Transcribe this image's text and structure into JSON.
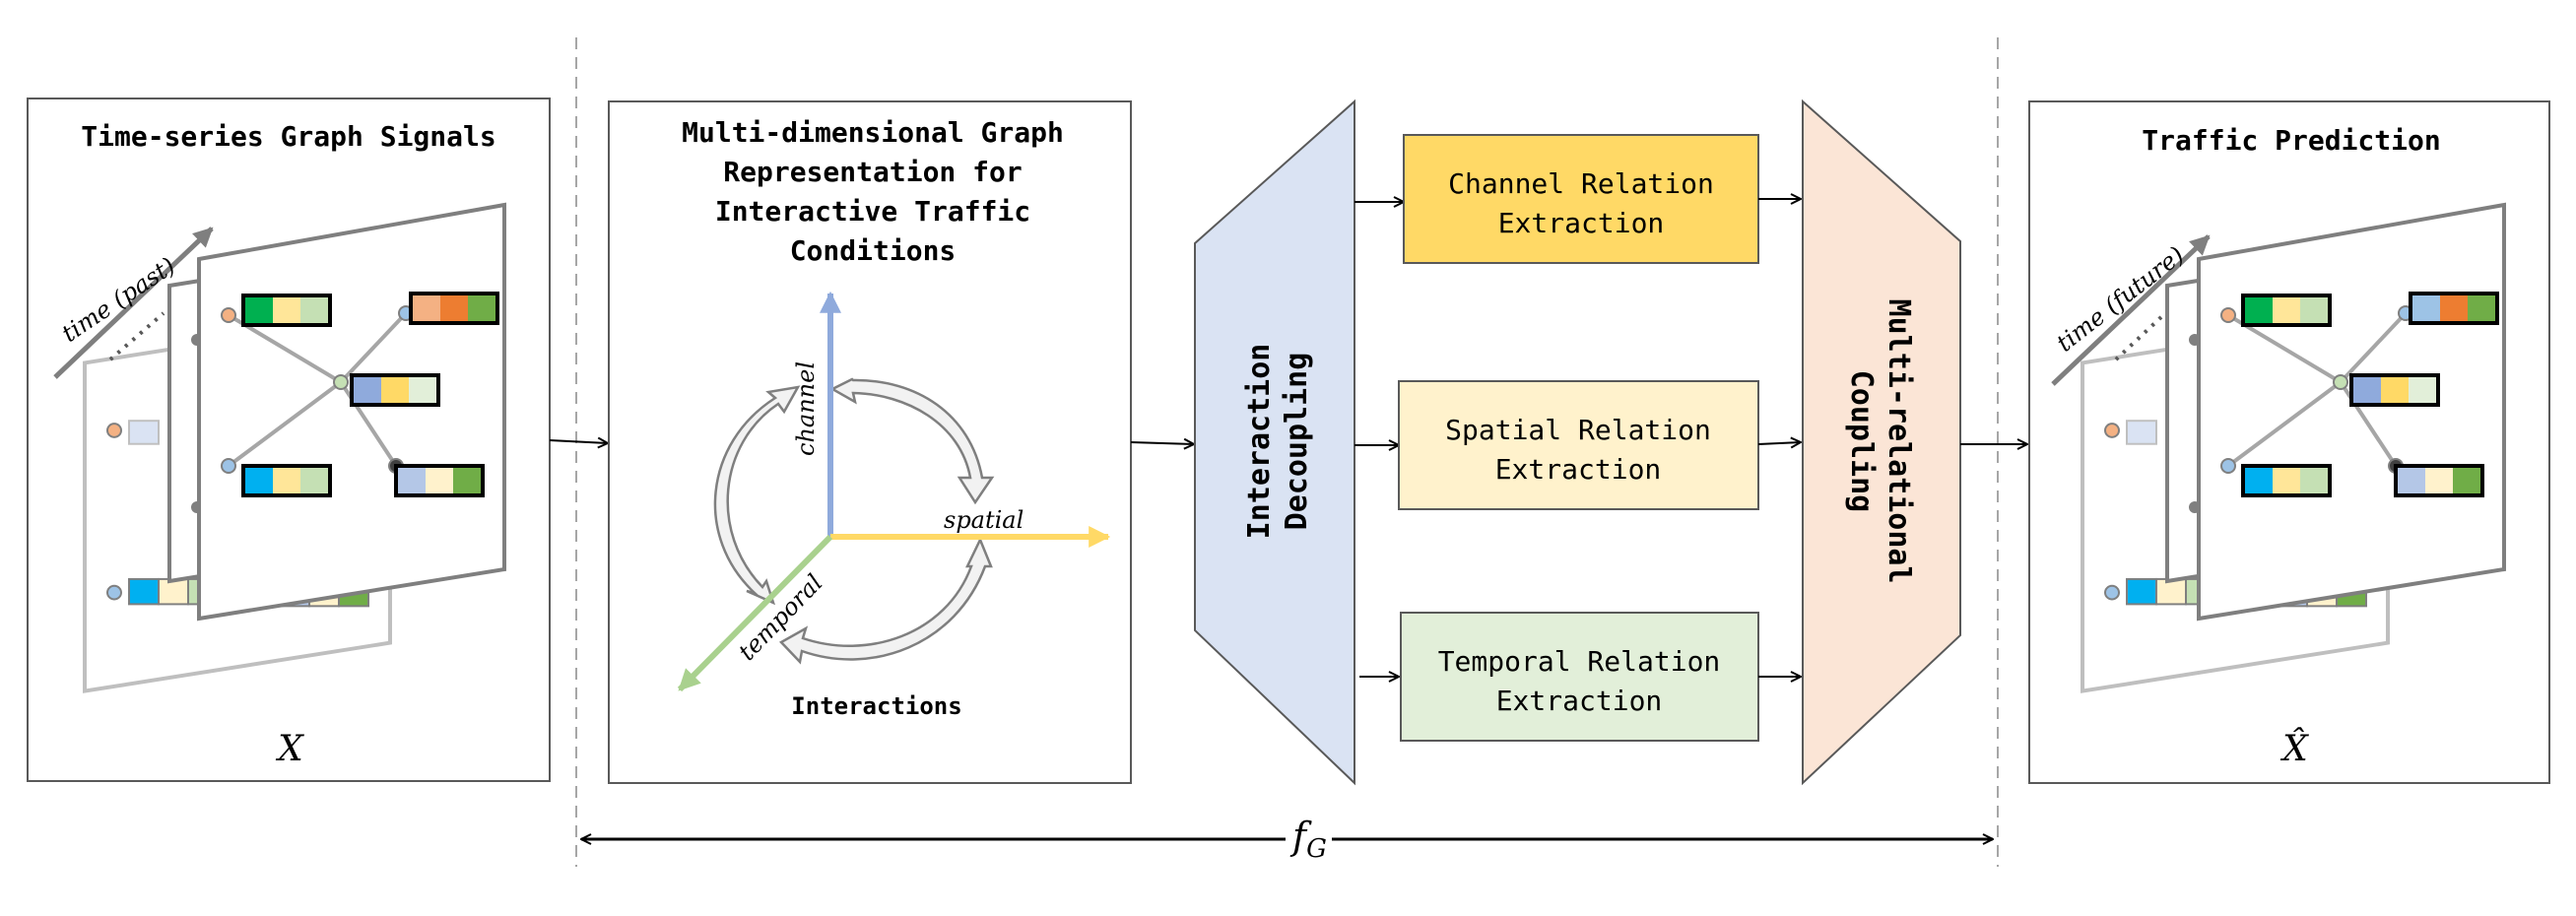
{
  "panels": {
    "input": {
      "title": "Time-series Graph Signals",
      "axis_label": "time (past)",
      "symbol": "X"
    },
    "representation": {
      "title_lines": [
        "Multi-dimensional Graph",
        "Representation for",
        "Interactive Traffic",
        "Conditions"
      ],
      "axis_channel": "channel",
      "axis_spatial": "spatial",
      "axis_temporal": "temporal",
      "caption": "Interactions"
    },
    "output": {
      "title": "Traffic Prediction",
      "axis_label": "time (future)",
      "symbol": "X̂"
    }
  },
  "modules": {
    "decoupling": {
      "lines": [
        "Interaction",
        "Decoupling"
      ]
    },
    "channel": {
      "lines": [
        "Channel Relation",
        "Extraction"
      ]
    },
    "spatial": {
      "lines": [
        "Spatial Relation",
        "Extraction"
      ]
    },
    "temporal": {
      "lines": [
        "Temporal Relation",
        "Extraction"
      ]
    },
    "coupling": {
      "lines": [
        "Multi-relational",
        "Coupling"
      ]
    }
  },
  "function_label": "f",
  "function_subscript": "G",
  "colors": {
    "channel_box": "#ffd966",
    "spatial_box": "#fff2cc",
    "temporal_box": "#e2efd9",
    "decoupling": "#dae3f3",
    "coupling": "#fbe5d6",
    "axis_channel": "#8faadc",
    "axis_spatial": "#ffd966",
    "axis_temporal": "#a9d18e",
    "border": "#595959",
    "frame_gray": "#7f7f7f"
  }
}
